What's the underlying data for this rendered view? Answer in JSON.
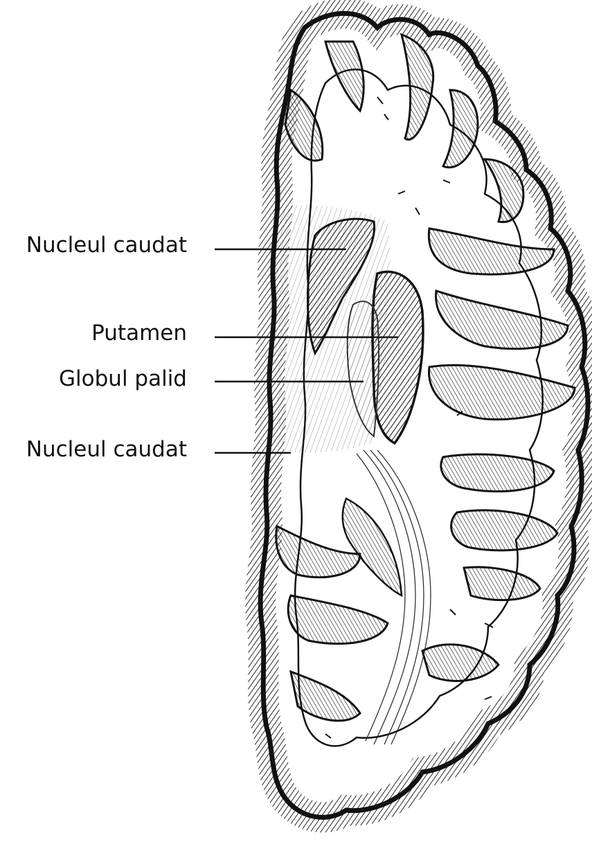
{
  "labels": [
    {
      "text": "Nucleul caudat"
    },
    {
      "text": "Putamen"
    },
    {
      "text": "Globul palid"
    },
    {
      "text": "Nucleul caudat"
    }
  ],
  "colors": {
    "ink": "#111111",
    "paper": "#ffffff"
  }
}
